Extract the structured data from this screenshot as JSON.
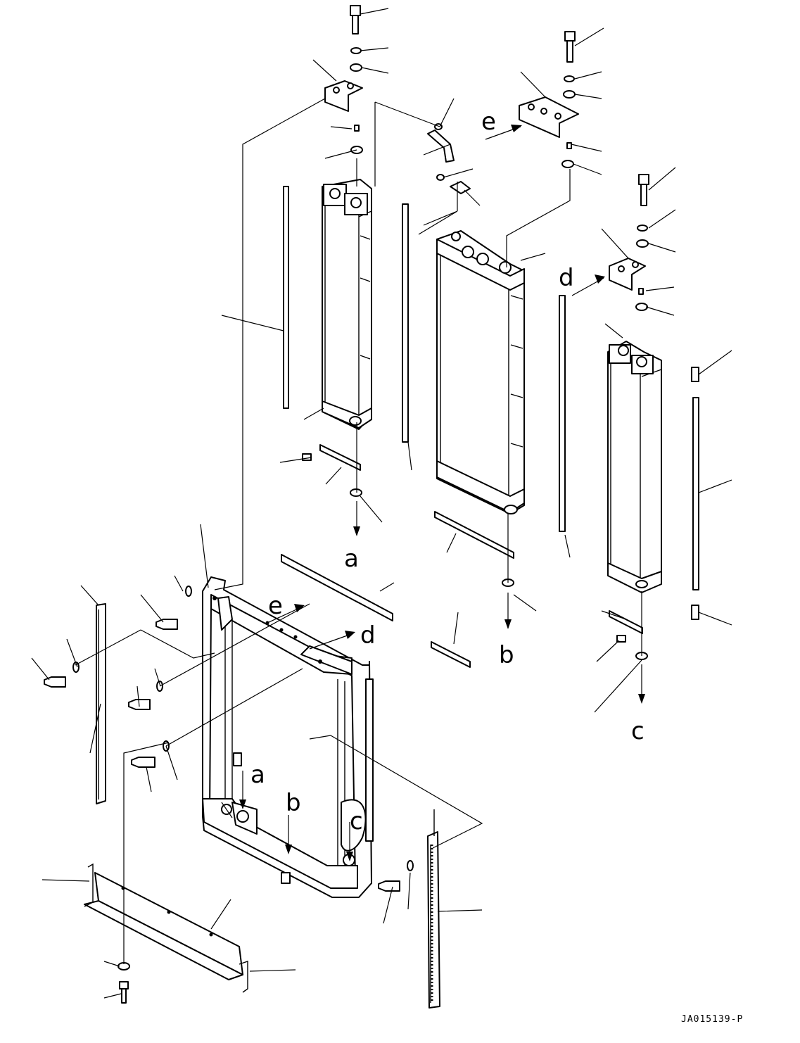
{
  "drawing_id": "JA015139-P",
  "callouts": {
    "a": "a",
    "b": "b",
    "c": "c",
    "d": "d",
    "e": "e"
  }
}
